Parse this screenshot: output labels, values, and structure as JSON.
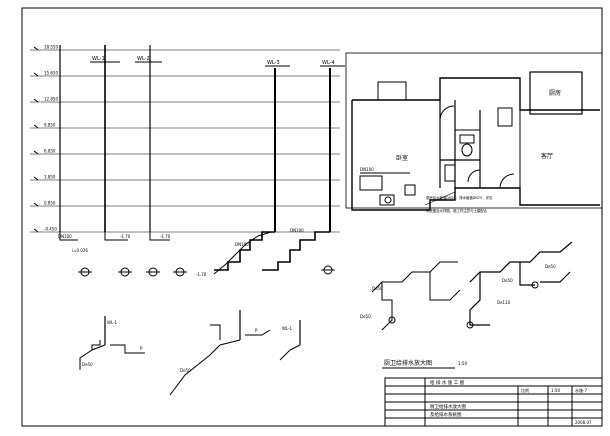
{
  "levels": [
    "18.550",
    "15.650",
    "12.850",
    "9.850",
    "6.850",
    "3.850",
    "0.850",
    "-0.450"
  ],
  "riser_labels": [
    "WL-1",
    "WL-2",
    "WL-3",
    "WL-4"
  ],
  "pipe_labels": {
    "dn": "DN100",
    "slope": "i=0.026",
    "base_elev": "-1.70"
  },
  "plan": {
    "kitchen": "厨房",
    "living": "客厅",
    "bedroom": "卧室",
    "note_line1": "厨房给水管道DN20，排水管道DN75，详见",
    "note_line2": "系统图及大样图，施工时注意与土建配合"
  },
  "detail_title": "厨卫给排水放大图",
  "detail_scale": "1:50",
  "axo_labels": {
    "de": "De50",
    "p": "P",
    "wl": "WL-1",
    "de110": "De110"
  },
  "title_block": {
    "row1": "给 排 水 施 工 图",
    "drawing_name_1": "厨卫给排水放大图",
    "drawing_name_2": "及给排水系统图",
    "scale_label": "比例",
    "scale_value": "1:50",
    "sheet_no": "水施-7",
    "date": "2008.07"
  }
}
